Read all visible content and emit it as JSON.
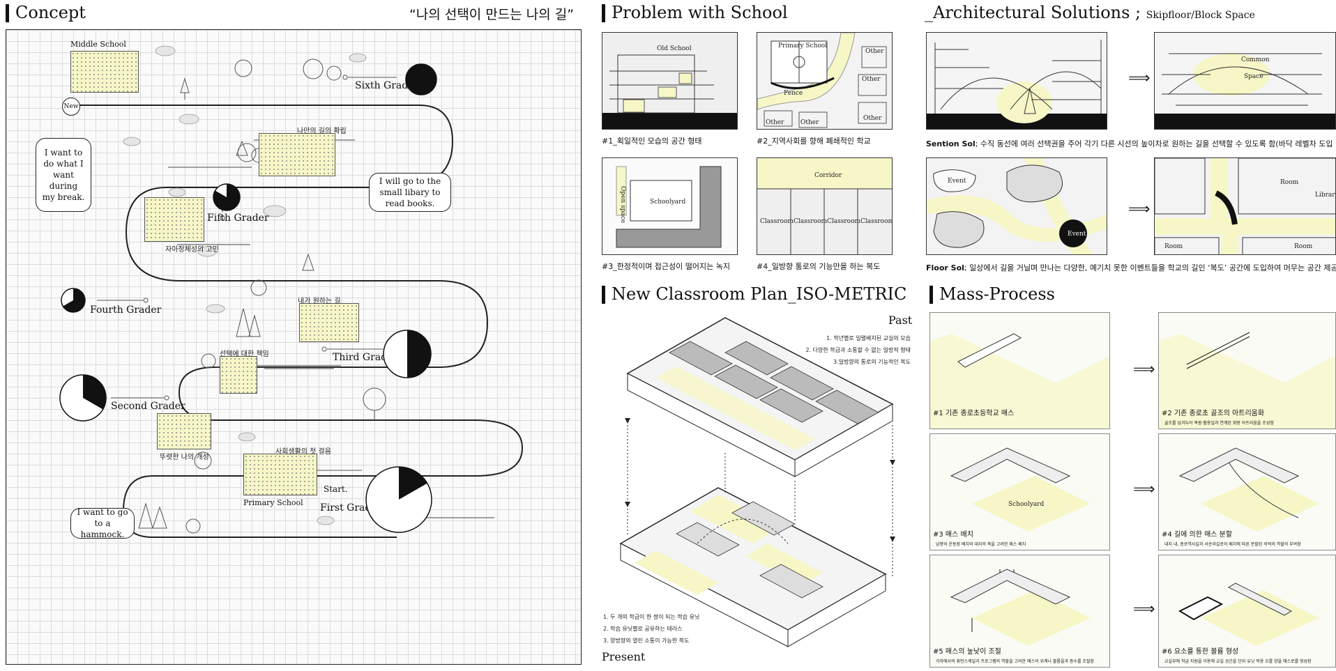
{
  "concept": {
    "title": "Concept",
    "quote": "“나의 선택이 만드는 나의 길”",
    "labels": {
      "middle_school": "Middle School",
      "new": "New",
      "sixth": "Sixth Grader",
      "fifth": "Fifth Grader",
      "fourth": "Fourth Grader",
      "third": "Third Grader",
      "second": "Second Grader",
      "first": "First Grader",
      "start": "Start.",
      "primary_school": "Primary School"
    },
    "korean": {
      "k1": "나만의 길의 확립",
      "k2": "자아정체성의 고민",
      "k3": "내가 원하는 길",
      "k4": "선택에 대한 책임",
      "k5": "뚜렷한 나의 개성",
      "k6": "사회생활의 첫 걸음"
    },
    "bubbles": {
      "b1": "I want to do what I want during my break.",
      "b2": "I will go to the small libary to read books.",
      "b3": "I want to go to a hammock."
    },
    "pie_fractions": {
      "sixth": 1.0,
      "fifth": 0.833,
      "fourth": 0.667,
      "third": 0.5,
      "second": 0.333,
      "first": 0.167
    }
  },
  "problem": {
    "title": "Problem with School",
    "captions": {
      "c1": "#1_획일적인 모습의 공간 형태",
      "c2": "#2_지역사회를 향해 폐쇄적인 학교",
      "c3": "#3_한정적이며 접근성이 떨어지는 녹지",
      "c4": "#4_일방향 통로의 기능만을 하는 복도"
    },
    "panel_text": {
      "old_school": "Old School",
      "primary_school": "Primary School",
      "fence": "Fence",
      "other": "Other",
      "open_space": "Open space",
      "schoolyard": "Schoolyard",
      "corridor": "Corridor",
      "classroom": "Classroom"
    }
  },
  "arch": {
    "title": "_Architectural Solutions ;",
    "subtitle": "Skipfloor/Block Space",
    "sention_label": "Sention Sol",
    "sention_text": "; 수직 동선에 여러 선택권을 주어 각기 다른 시선의 높이차로 원하는 길을 선택할 수 있도록 함(바닥 레벨차 도입",
    "floor_label": "Floor Sol",
    "floor_text": "; 일상에서 길을 거닐며 만나는 다양한, 예기치 못한 이벤트들을 학교의 길인 ‘복도’ 공간에 도입하여 머무는 공간 제공",
    "panel_text": {
      "common": "Common",
      "space": "Space",
      "event": "Event",
      "room": "Room",
      "library": "Library"
    }
  },
  "classroom": {
    "title": "New Classroom Plan_ISO-METRIC",
    "past": "Past",
    "present": "Present",
    "past_notes": [
      "1. 학년별로 일렬배치된 교실의 모습",
      "2. 다양한 학급과 소통할 수 없는 일방적 형태",
      "3.일방향의 통로의 기능적인 복도"
    ],
    "present_notes": [
      "1. 두 개의 학급이 한 쌍이 되는 학습 유닛",
      "2. 학습 유닛별로 공유하는 테라스",
      "3. 양방향의 열린 소통이 가능한 복도"
    ]
  },
  "mass": {
    "title": "Mass-Process",
    "items": [
      {
        "cap": "#1 기존 종로초등학교 매스",
        "note": ""
      },
      {
        "cap": "#2 기존 종로초 골조의 아트리움화",
        "note": "골조를 남겨두어 복원·활용일과 연계된 회랑 아트리움을 조성함"
      },
      {
        "cap": "#3 매스 배치",
        "note": "남향의 운동장 배치와 대지의 축을 고려한 매스 배치"
      },
      {
        "cap": "#4 길에 의한 매스 분할",
        "note": "대지 내, 종로역사길과 서순라길로의 배치에 따른 분할된 의적의 역할의 부여함"
      },
      {
        "cap": "#5 매스의 높낮이 조절",
        "note": "각자에서의 휴먼스케일과 프로그램의 역할을 고려한 매스의 위계나 볼륨을과 층수를 조절함"
      },
      {
        "cap": "#6 요소를 통한 볼륨 형성",
        "note": "교실부에 학급 지원을 이용해 교실 공간을 단위 유닛 적용 오를 양을 매스로를 형성함"
      }
    ],
    "tags": {
      "schoolyard": "Schoolyard"
    }
  },
  "colors": {
    "accent_yellow": "#f7f6c7",
    "ink": "#111111",
    "grid": "#dcdcdc"
  }
}
